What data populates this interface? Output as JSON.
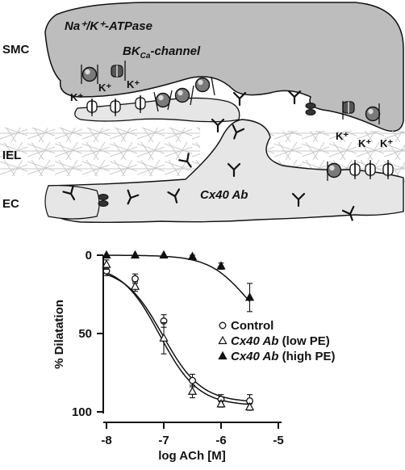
{
  "diagram": {
    "labels": {
      "smc": "SMC",
      "iel": "IEL",
      "ec": "EC",
      "pump": "Na⁺/K⁺-ATPase",
      "bk_main": "BK",
      "bk_sub": "Ca",
      "bk_rest": "-channel",
      "cx40ab": "Cx40 Ab",
      "k_ion": "K⁺"
    },
    "icons": [
      "sphere-pump-icon",
      "bk-channel-icon",
      "antibody-icon",
      "gap-junction-icon",
      "k-arrow-icon"
    ],
    "colors": {
      "smc": "#bdbdbd",
      "iel_ec": "#e6e6e6",
      "mesh": "#c9c9c9",
      "stroke": "#111111"
    }
  },
  "chart_data": {
    "type": "line",
    "xlabel": "log ACh [M]",
    "ylabel": "% Dilatation",
    "xlim": [
      -8,
      -5
    ],
    "ylim": [
      0,
      100
    ],
    "y_inverted": true,
    "xticks": [
      -8,
      -7,
      -6,
      -5
    ],
    "xtick_labels": [
      "-8",
      "-7",
      "-6",
      "-5"
    ],
    "yticks": [
      0,
      50,
      100
    ],
    "ytick_labels": [
      "0",
      "50",
      "100"
    ],
    "legend_position": "lower-right",
    "series": [
      {
        "name": "Control",
        "name_italic": "",
        "name_suffix": "Control",
        "marker": "open-circle",
        "x": [
          -8,
          -7.5,
          -7,
          -6.5,
          -6,
          -5.5
        ],
        "y": [
          10,
          15,
          42,
          80,
          92,
          93
        ],
        "err": [
          3,
          3,
          4,
          4,
          3,
          4
        ],
        "fit": {
          "ec50": -7.02,
          "bottom": 8,
          "top": 94
        }
      },
      {
        "name": "Cx40 Ab (low PE)",
        "name_italic": "Cx40 Ab",
        "name_suffix": " (low PE)",
        "marker": "open-triangle",
        "x": [
          -8,
          -7.5,
          -7,
          -6.5,
          -6,
          -5.5
        ],
        "y": [
          6,
          20,
          53,
          87,
          95,
          97
        ],
        "err": [
          3,
          3,
          10,
          4,
          2,
          2
        ],
        "fit": {
          "ec50": -7.07,
          "bottom": 6,
          "top": 96
        }
      },
      {
        "name": "Cx40 Ab (high PE)",
        "name_italic": "Cx40 Ab",
        "name_suffix": " (high PE)",
        "marker": "filled-triangle",
        "x": [
          -8,
          -7.5,
          -7,
          -6.5,
          -6,
          -5.5
        ],
        "y": [
          0,
          0,
          0,
          1,
          7,
          27
        ],
        "err": [
          0,
          0,
          0,
          1,
          2,
          9
        ],
        "fit": {
          "ec50": -5.55,
          "bottom": 0,
          "top": 55
        }
      }
    ]
  }
}
